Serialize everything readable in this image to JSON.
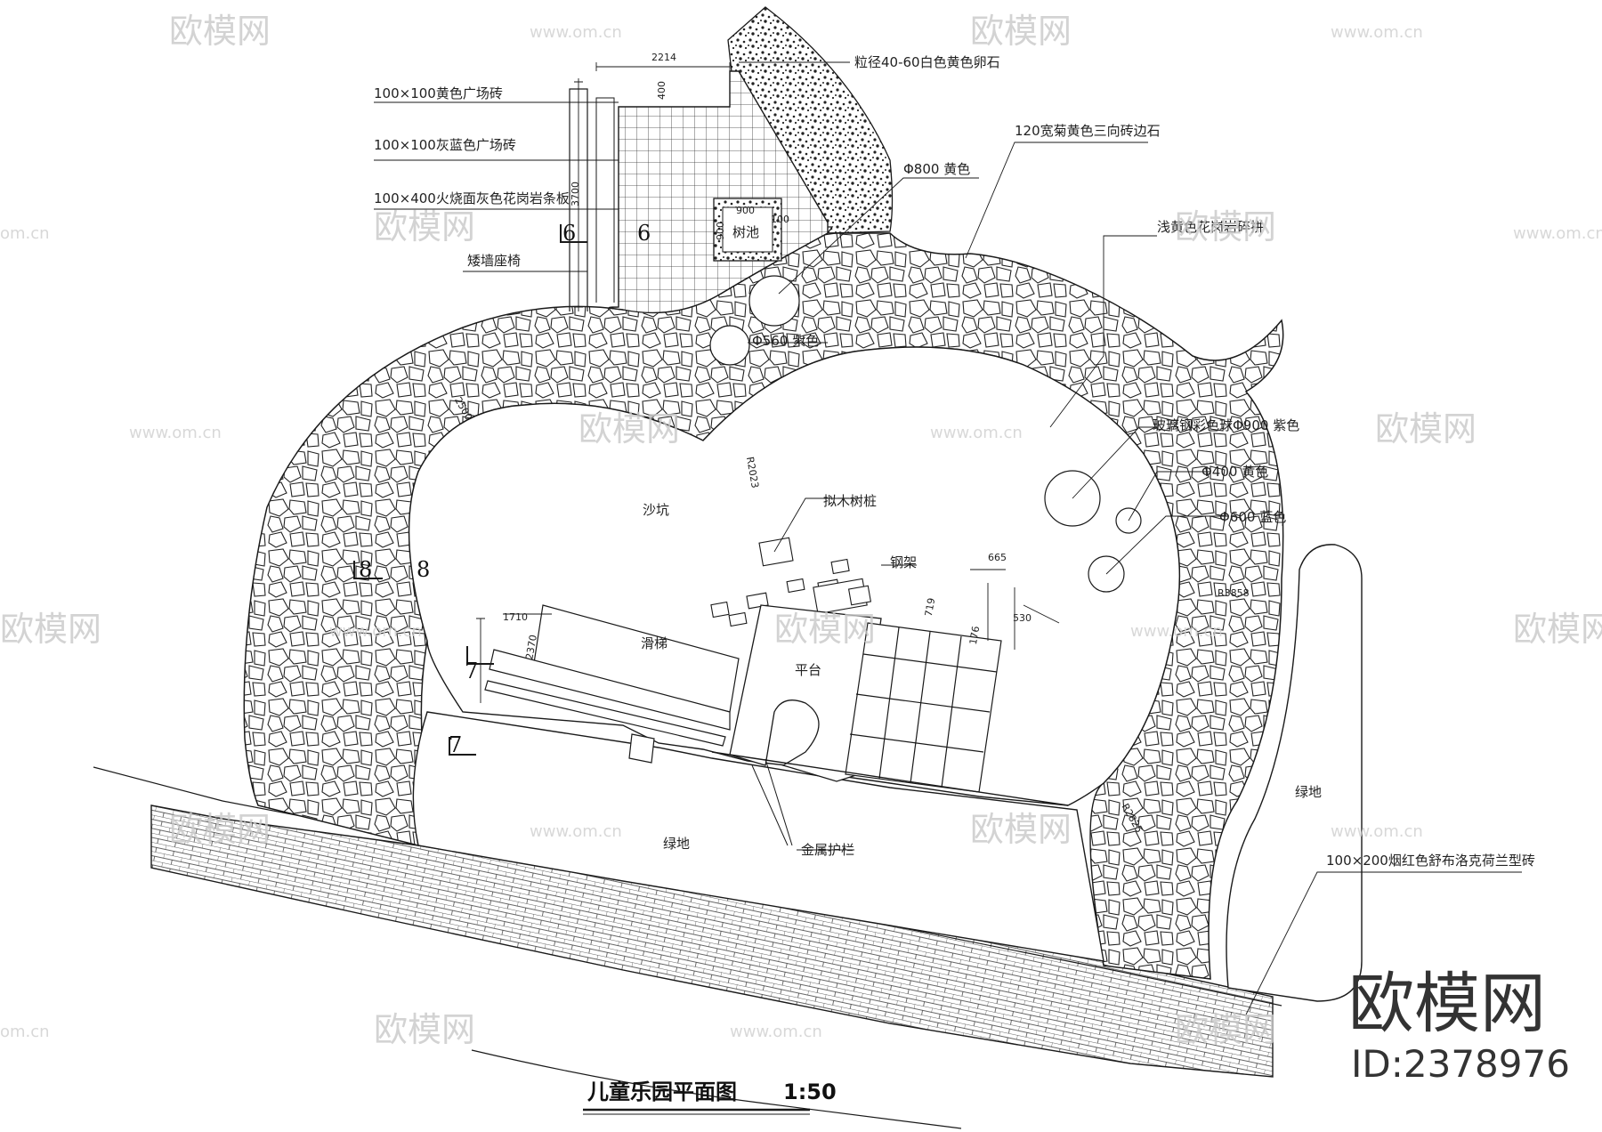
{
  "drawing": {
    "title": "儿童乐园平面图",
    "scale": "1:50"
  },
  "labels": {
    "pebble": "粒径40-60白色黄色卵石",
    "yellow_tile": "100×100黄色广场砖",
    "grey_blue_tile": "100×100灰蓝色广场砖",
    "granite_strip": "100×400火烧面灰色花岗岩条板",
    "low_wall_bench": "矮墙座椅",
    "curb": "120宽菊黄色三向砖边石",
    "ball_800": "Φ800 黄色",
    "crazy_paving": "浅黄色花岗岩碎拼",
    "ball_560": "Φ560 紫色",
    "steel_ball_900": "玻璃钢彩色球Φ900 紫色",
    "ball_400": "Φ400 黄色",
    "ball_600": "Φ600 蓝色",
    "tree_pit": "树池",
    "sandpit": "沙坑",
    "stumps": "拟木树桩",
    "steel_frame": "钢架",
    "slide": "滑梯",
    "platform": "平台",
    "green_left": "绿地",
    "green_right": "绿地",
    "railing": "金属护栏",
    "holland_brick": "100×200烟红色舒布洛克荷兰型砖"
  },
  "dimensions": {
    "d2214": "2214",
    "d400": "400",
    "d3700": "3700",
    "d900a": "900",
    "d900b": "900",
    "d100": "100",
    "d2500": "2500",
    "r2023": "R2023",
    "d665": "665",
    "d719": "719",
    "d530": "530",
    "d176": "176",
    "d1710": "1710",
    "d2370": "2370",
    "r3858": "R3858",
    "r2825": "R2825"
  },
  "sections": {
    "s6a": "6",
    "s6b": "6",
    "s8a": "8",
    "s8b": "8",
    "s7a": "7",
    "s7b": "7"
  },
  "watermark": {
    "brand": "欧模网",
    "url": "www.om.cn",
    "url_short": "om.cn",
    "id": "ID:2378976"
  },
  "colors": {
    "line": "#1a1a1a",
    "watermark": "#c9c9c9"
  }
}
